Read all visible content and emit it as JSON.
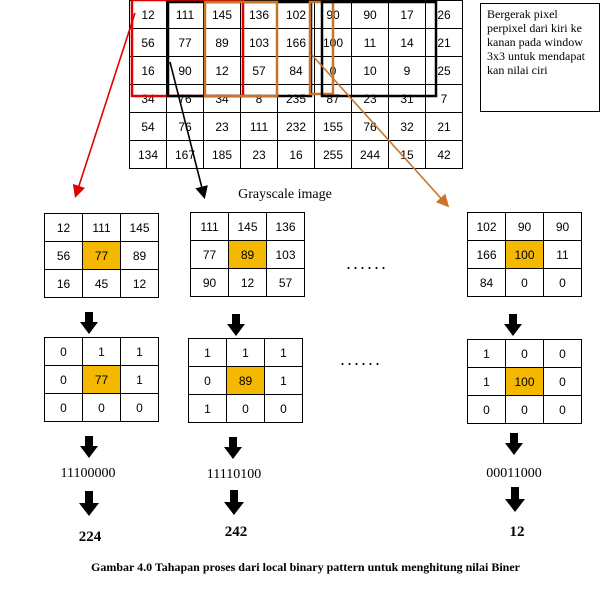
{
  "grayscale_label": "Grayscale image",
  "note_text": "Bergerak pixel perpixel dari kiri ke kanan pada window 3x3 untuk mendapat kan nilai ciri",
  "big_matrix": [
    [
      "12",
      "111",
      "145",
      "136",
      "102",
      "90",
      "90",
      "17",
      "26"
    ],
    [
      "56",
      "77",
      "89",
      "103",
      "166",
      "100",
      "11",
      "14",
      "21"
    ],
    [
      "16",
      "90",
      "12",
      "57",
      "84",
      "0",
      "10",
      "9",
      "25"
    ],
    [
      "34",
      "76",
      "34",
      "8",
      "235",
      "87",
      "23",
      "31",
      "7"
    ],
    [
      "54",
      "76",
      "23",
      "111",
      "232",
      "155",
      "76",
      "32",
      "21"
    ],
    [
      "134",
      "167",
      "185",
      "23",
      "16",
      "255",
      "244",
      "15",
      "42"
    ]
  ],
  "windows": [
    {
      "gray": [
        [
          "12",
          "111",
          "145"
        ],
        [
          "56",
          "77",
          "89"
        ],
        [
          "16",
          "45",
          "12"
        ]
      ],
      "binary": [
        [
          "0",
          "1",
          "1"
        ],
        [
          "0",
          "77",
          "1"
        ],
        [
          "0",
          "0",
          "0"
        ]
      ],
      "code": "11100000",
      "value": "224"
    },
    {
      "gray": [
        [
          "111",
          "145",
          "136"
        ],
        [
          "77",
          "89",
          "103"
        ],
        [
          "90",
          "12",
          "57"
        ]
      ],
      "binary": [
        [
          "1",
          "1",
          "1"
        ],
        [
          "0",
          "89",
          "1"
        ],
        [
          "1",
          "0",
          "0"
        ]
      ],
      "code": "11110100",
      "value": "242"
    },
    {
      "gray": [
        [
          "102",
          "90",
          "90"
        ],
        [
          "166",
          "100",
          "11"
        ],
        [
          "84",
          "0",
          "0"
        ]
      ],
      "binary": [
        [
          "1",
          "0",
          "0"
        ],
        [
          "1",
          "100",
          "0"
        ],
        [
          "0",
          "0",
          "0"
        ]
      ],
      "code": "00011000",
      "value": "12"
    }
  ],
  "dots": "......",
  "caption": "Gambar 4.0  Tahapan proses dari local binary pattern untuk menghitung nilai Biner",
  "colors": {
    "highlight": "#f5b800",
    "red": "#e00000",
    "orange": "#c8742a",
    "black": "#000000"
  }
}
